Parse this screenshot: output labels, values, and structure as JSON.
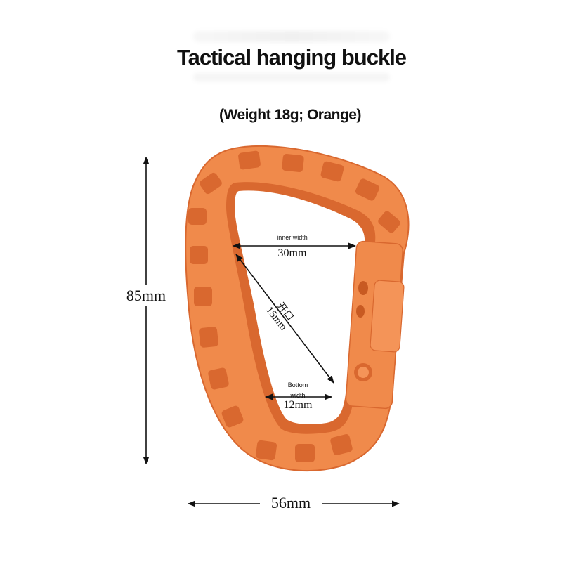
{
  "title": "Tactical hanging buckle",
  "subtitle": "(Weight 18g; Orange)",
  "dimensions": {
    "height": "85mm",
    "width": "56mm",
    "inner_width_label": "inner width",
    "inner_width_value": "30mm",
    "opening_label": "开口",
    "opening_value": "15mm",
    "bottom_width_label_1": "Bottom",
    "bottom_width_label_2": "width",
    "bottom_width_value": "12mm"
  },
  "colors": {
    "buckle": "#f08a4b",
    "buckle_shadow": "#d9682f",
    "buckle_highlight": "#f7a06a",
    "arrow": "#111111"
  }
}
